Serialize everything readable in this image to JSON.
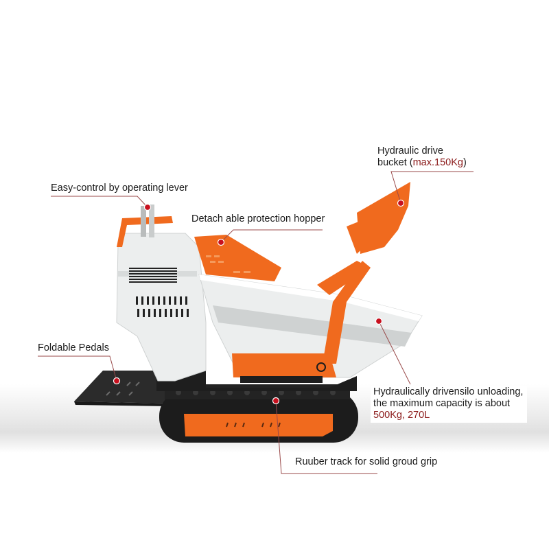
{
  "image": {
    "subject": "Orange and white crawler mini dumper with hydraulic self-loading bucket",
    "background_color": "#ffffff",
    "accent_color": "#f06a1e",
    "body_color": "#eceeee",
    "track_color": "#1c1c1c",
    "callout_line_color": "#9a4a4a",
    "callout_dot_color": "#c8101e",
    "highlight_text_color": "#8b1a1a"
  },
  "callouts": [
    {
      "id": "bucket",
      "text_line1": "Hydraulic drive",
      "text_line2_prefix": "bucket (",
      "text_line2_highlight": "max.150Kg",
      "text_line2_suffix": ")"
    },
    {
      "id": "lever",
      "text": "Easy-control by operating lever"
    },
    {
      "id": "hopper",
      "text": "Detach able protection hopper"
    },
    {
      "id": "pedals",
      "text": "Foldable Pedals"
    },
    {
      "id": "silo",
      "text_line1": "Hydraulically drivensilo unloading,",
      "text_line2": "the maximum capacity is about",
      "text_line3_highlight": "500Kg, 270L"
    },
    {
      "id": "track",
      "text": "Ruuber track for solid groud grip"
    }
  ]
}
